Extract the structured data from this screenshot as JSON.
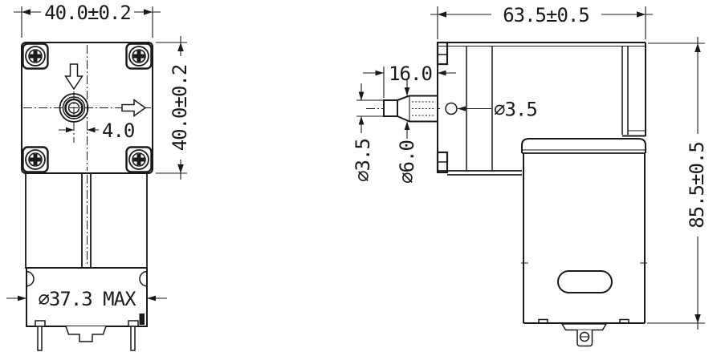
{
  "drawing": {
    "front_view": {
      "width_dim": "40.0±0.2",
      "height_dim": "40.0±0.2",
      "port_offset_dim": "4.0",
      "motor_dia_dim": "∅37.3 MAX"
    },
    "side_view": {
      "length_dim": "63.5±0.5",
      "height_dim": "85.5±0.5",
      "nozzle_len_dim": "16.0",
      "nozzle_tip_dia_dim": "∅3.5",
      "nozzle_barb_dia_dim": "∅6.0",
      "hole_dia_dim": "∅3.5"
    }
  }
}
